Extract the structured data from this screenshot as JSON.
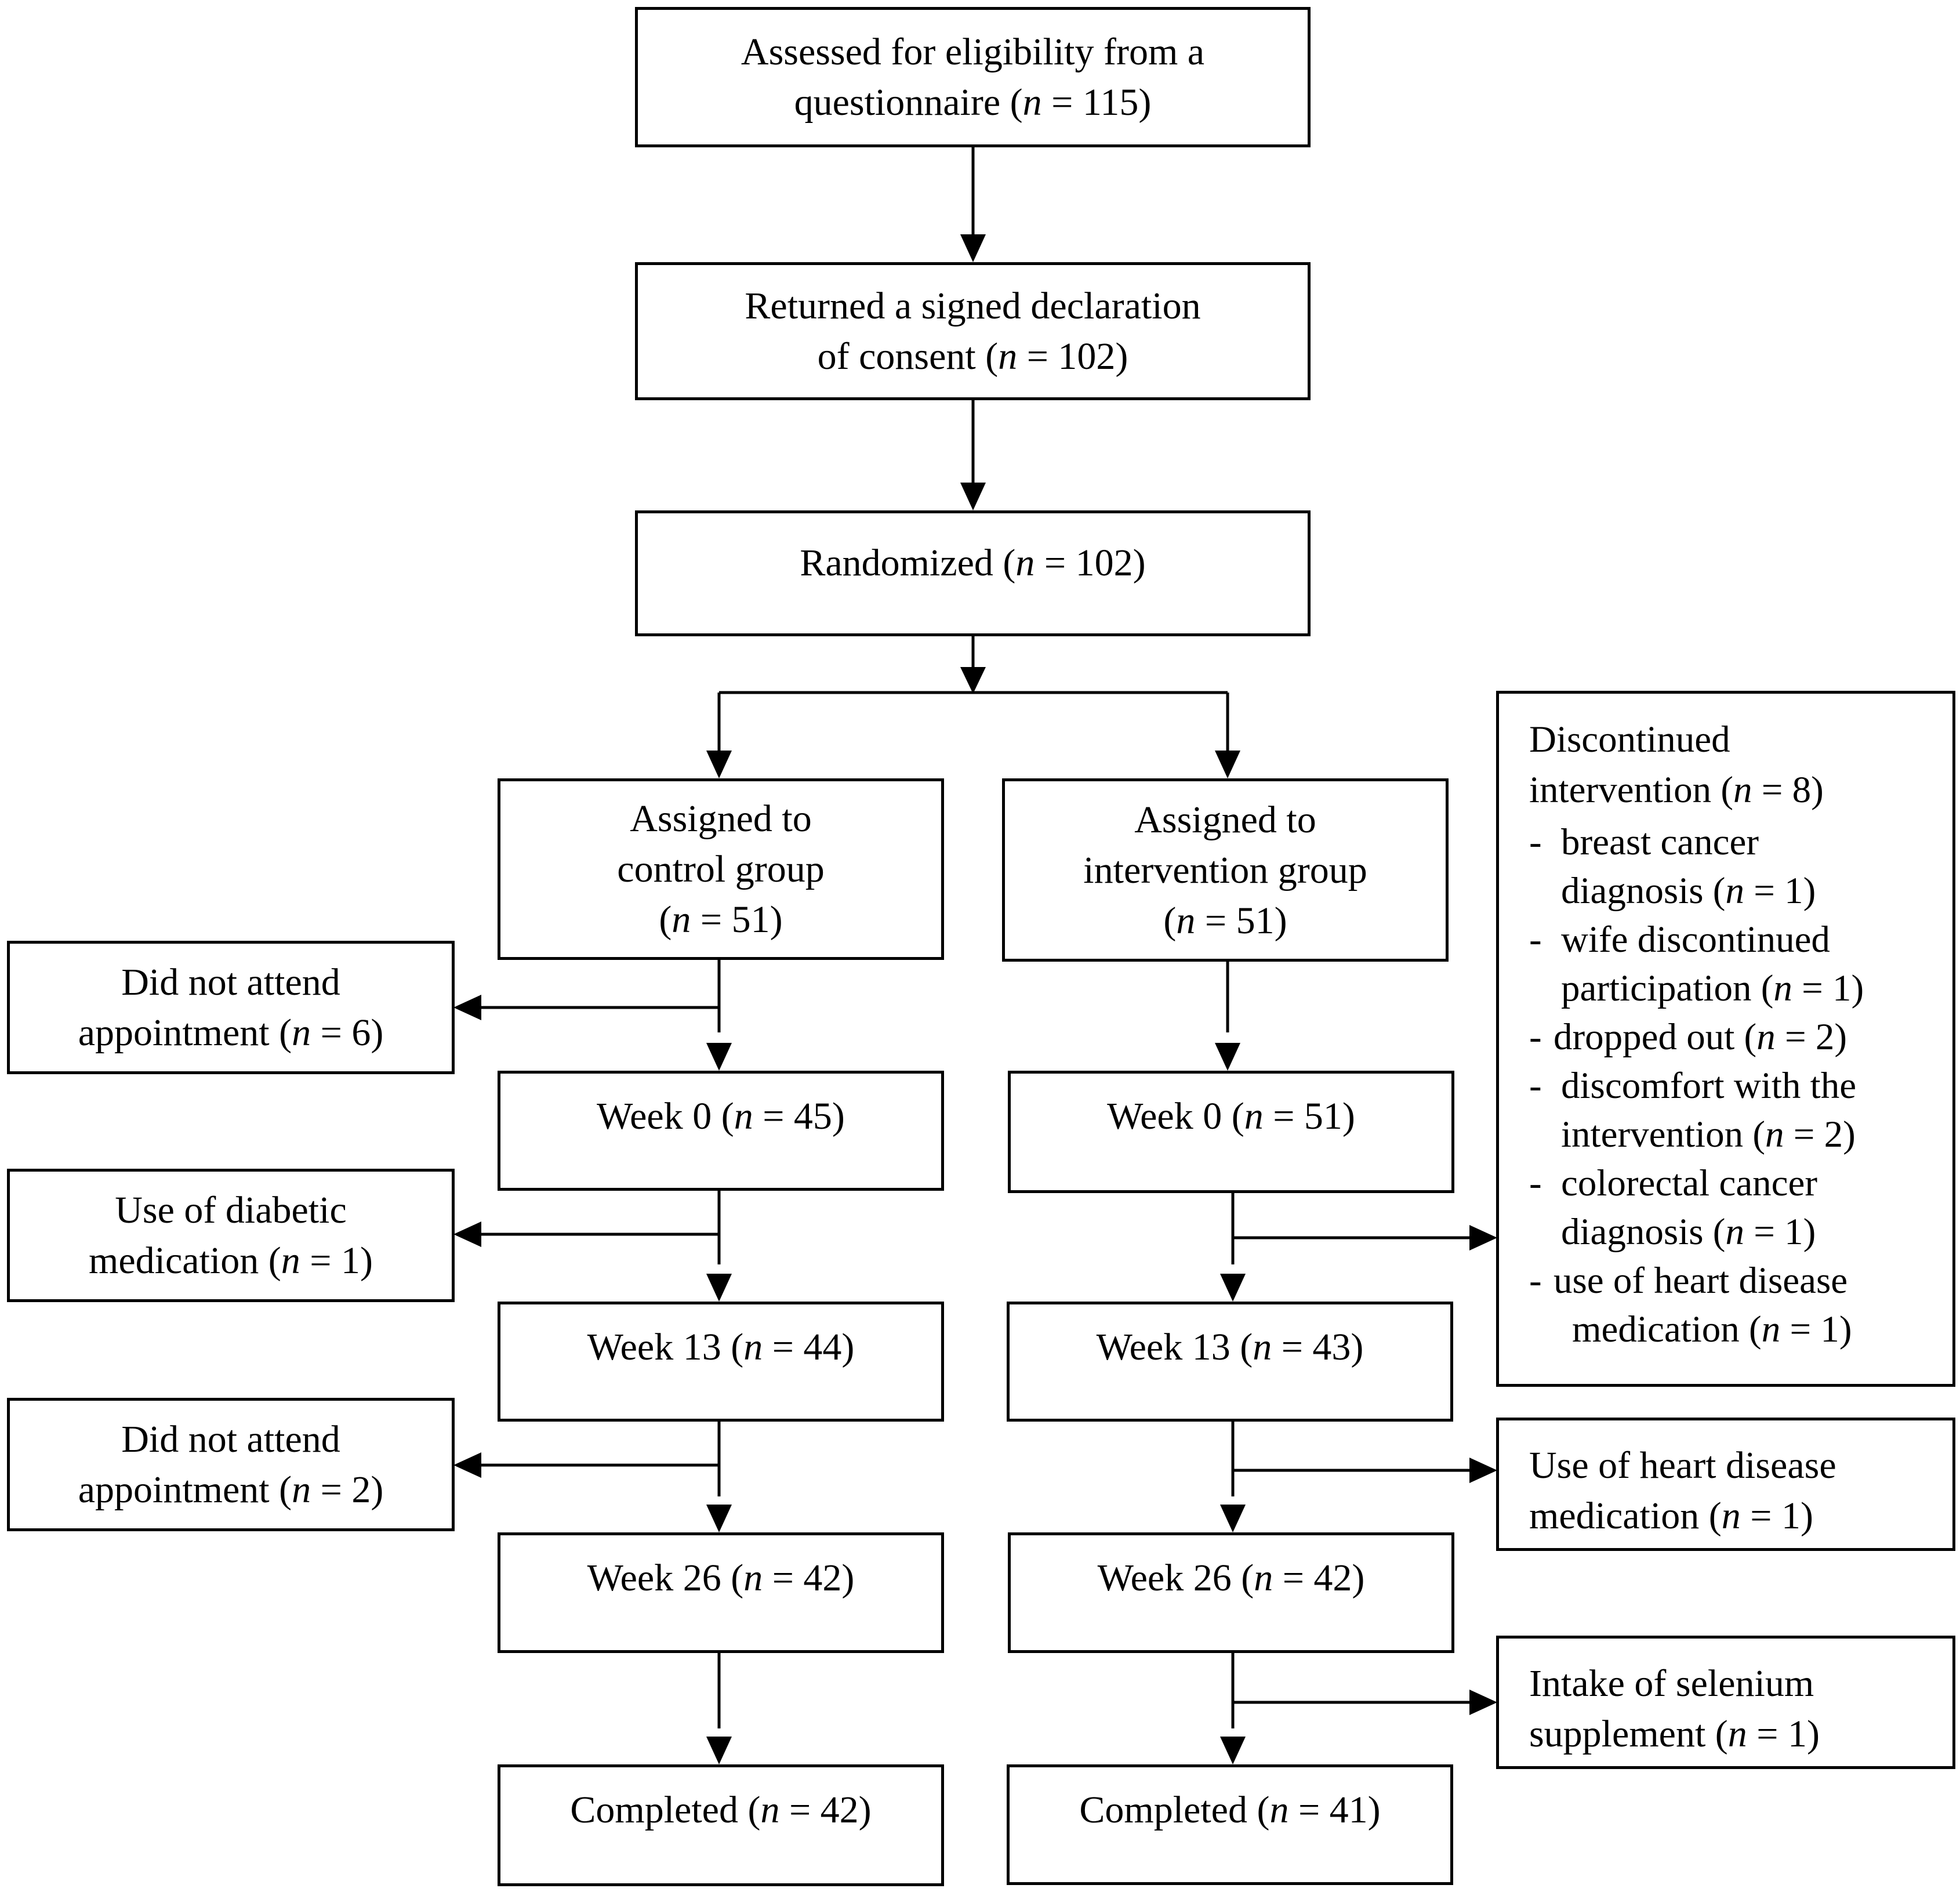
{
  "boxes": {
    "assessed": {
      "line1": "Assessed for eligibility from a",
      "line2": "questionnaire (",
      "n": "n",
      "line2_end": " = 115)"
    },
    "consent": {
      "line1": "Returned a signed declaration",
      "line2": "of consent (",
      "n": "n",
      "line2_end": " = 102)"
    },
    "randomized": {
      "line1": "Randomized (",
      "n": "n",
      "line1_end": " = 102)"
    },
    "control": {
      "line1": "Assigned to",
      "line2": "control group",
      "line3": "(",
      "n": "n",
      "line3_end": " = 51)"
    },
    "intervention": {
      "line1": "Assigned to",
      "line2": "intervention group",
      "line3": "(",
      "n": "n",
      "line3_end": " = 51)"
    },
    "c_week0": {
      "text": "Week 0 (",
      "n": "n",
      "end": " = 45)"
    },
    "c_week13": {
      "text": "Week 13 (",
      "n": "n",
      "end": " = 44)"
    },
    "c_week26": {
      "text": "Week 26 (",
      "n": "n",
      "end": " = 42)"
    },
    "c_completed": {
      "text": "Completed (",
      "n": "n",
      "end": " = 42)"
    },
    "i_week0": {
      "text": "Week 0 (",
      "n": "n",
      "end": " = 51)"
    },
    "i_week13": {
      "text": "Week 13 (",
      "n": "n",
      "end": " = 43)"
    },
    "i_week26": {
      "text": "Week 26 (",
      "n": "n",
      "end": " = 42)"
    },
    "i_completed": {
      "text": "Completed (",
      "n": "n",
      "end": " = 41)"
    },
    "c_excl1": {
      "line1": "Did not attend",
      "line2": "appointment (",
      "n": "n",
      "line2_end": " = 6)"
    },
    "c_excl2": {
      "line1": "Use of diabetic",
      "line2": "medication (",
      "n": "n",
      "line2_end": " = 1)"
    },
    "c_excl3": {
      "line1": "Did not attend",
      "line2": "appointment (",
      "n": "n",
      "line2_end": " = 2)"
    },
    "i_excl1": {
      "title1": "Discontinued",
      "title2": "intervention (",
      "n": "n",
      "title2_end": " = 8)",
      "items": [
        {
          "a": "breast cancer",
          "b": "diagnosis (",
          "n": "n",
          "b_end": " = 1)"
        },
        {
          "a": "wife discontinued",
          "b": "participation (",
          "n": "n",
          "b_end": " = 1)"
        },
        {
          "a": "dropped out (",
          "n": "n",
          "a_end": " = 2)"
        },
        {
          "a": "discomfort with the",
          "b": "intervention (",
          "n": "n",
          "b_end": " = 2)"
        },
        {
          "a": "colorectal cancer",
          "b": "diagnosis (",
          "n": "n",
          "b_end": " = 1)"
        },
        {
          "a": "use of heart disease",
          "b": "medication (",
          "n": "n",
          "b_end": " = 1)"
        }
      ],
      "dash": "-"
    },
    "i_excl2": {
      "line1": "Use of heart disease",
      "line2": "medication (",
      "n": "n",
      "line2_end": " = 1)"
    },
    "i_excl3": {
      "line1": "Intake of selenium",
      "line2": "supplement (",
      "n": "n",
      "line2_end": " = 1)"
    }
  }
}
